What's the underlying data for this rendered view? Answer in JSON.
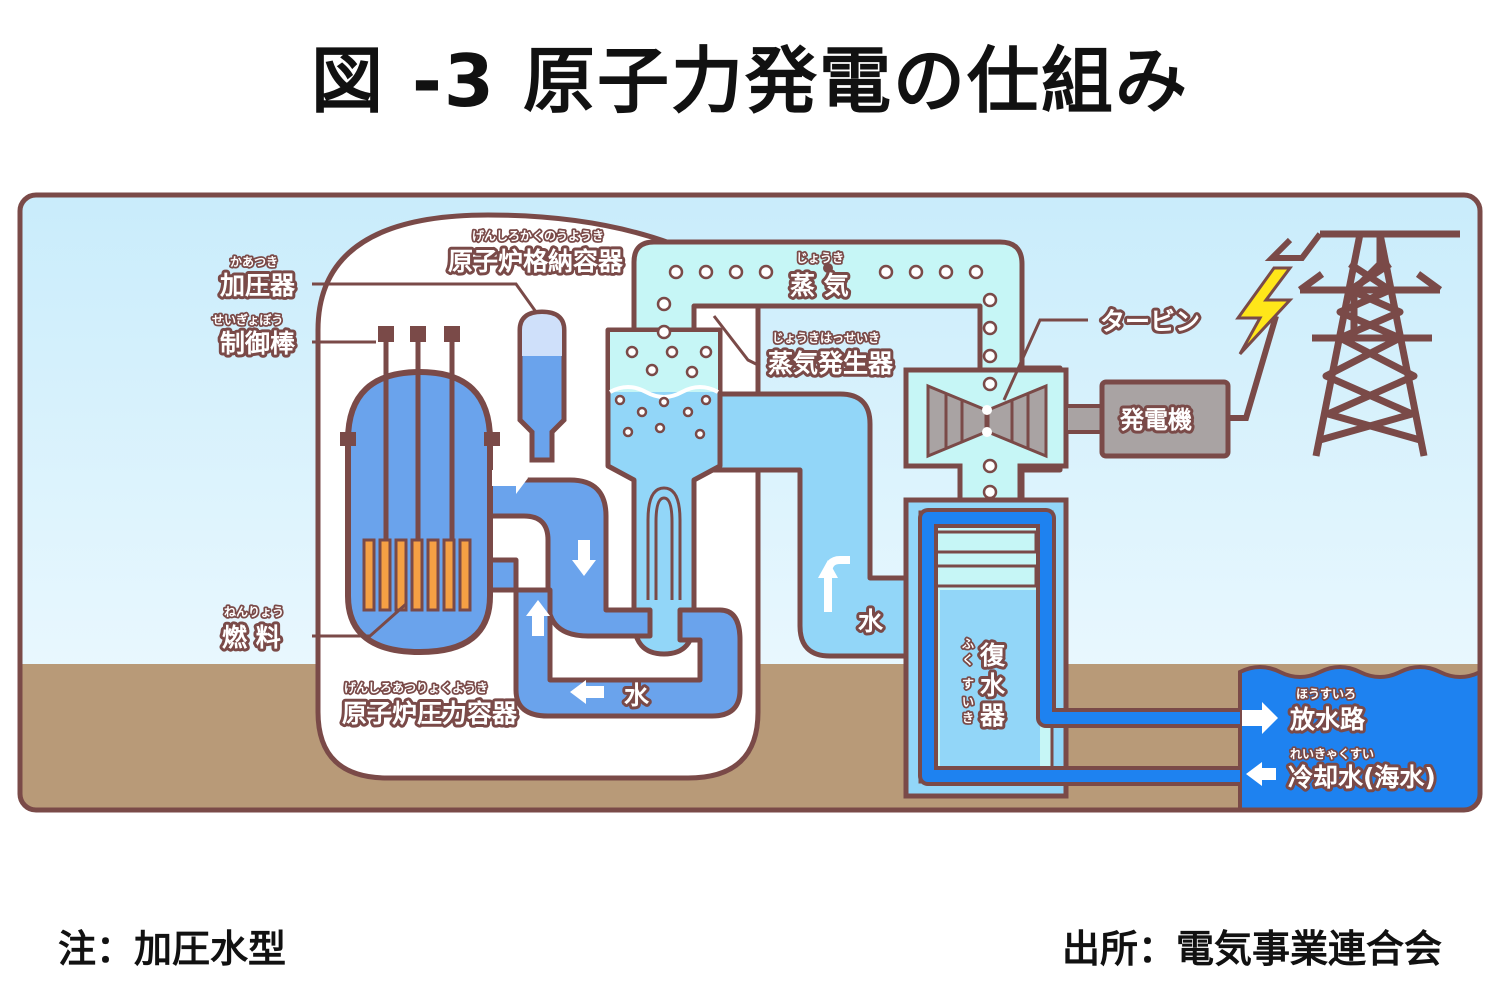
{
  "title": "図 -3 原子力発電の仕組み",
  "labels": {
    "pressurizer": {
      "text": "加圧器",
      "ruby": "かあつき"
    },
    "control_rod": {
      "text": "制御棒",
      "ruby": "せいぎょぼう"
    },
    "fuel": {
      "text": "燃 料",
      "ruby": "ねんりょう"
    },
    "containment": {
      "text": "原子炉格納容器",
      "ruby": "げんしろかくのうようき"
    },
    "pressure_vessel": {
      "text": "原子炉圧力容器",
      "ruby": "げんしろあつりょくようき"
    },
    "steam": {
      "text": "蒸 気",
      "ruby": "じょうき"
    },
    "steam_generator": {
      "text": "蒸気発生器",
      "ruby": "じょうきはっせいき"
    },
    "turbine": {
      "text": "タービン"
    },
    "generator": {
      "text": "発電機"
    },
    "water_primary": {
      "text": "水"
    },
    "water_secondary": {
      "text": "水"
    },
    "condenser": {
      "text_1": "復",
      "text_2": "水",
      "text_3": "器",
      "ruby_1": "ふ",
      "ruby_2": "く",
      "ruby_3": "す",
      "ruby_4": "い",
      "ruby_5": "き"
    },
    "discharge": {
      "text": "放水路",
      "ruby": "ほうすいろ"
    },
    "cooling_water": {
      "text": "冷却水(海水)",
      "ruby": "れいきゃくすい"
    }
  },
  "footer": {
    "note": "注：加圧水型",
    "source": "出所：電気事業連合会"
  },
  "colors": {
    "outline": "#7a4a48",
    "sky_top": "#c9ecfb",
    "ground": "#b89a78",
    "sea": "#1e82f0",
    "primary_water": "#6aa3ec",
    "steam_fill": "#c6f6f6",
    "secondary_water": "#92d6f8",
    "generator": "#a9a3a3",
    "lightning": "#ffe619"
  }
}
